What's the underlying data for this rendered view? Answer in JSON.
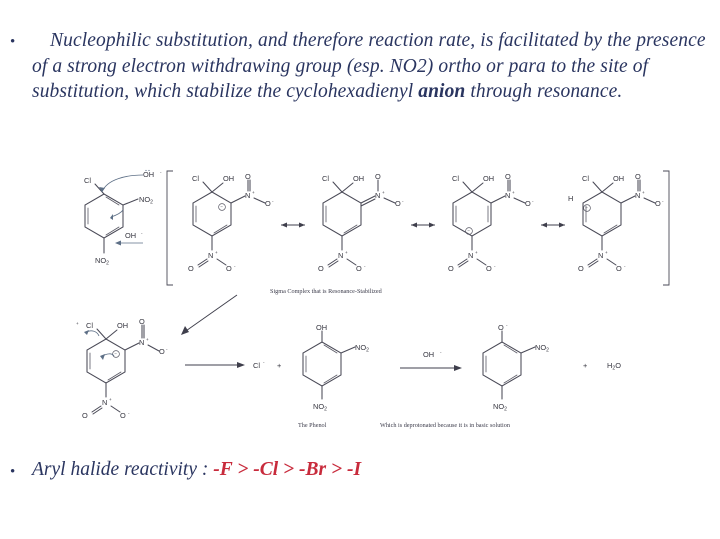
{
  "slide": {
    "background_color": "#ffffff",
    "text_color": "#2a3560",
    "accent_color": "#c82b3c",
    "structure_color": "#4a4a57"
  },
  "bullets": [
    {
      "marker": "•",
      "text_plain": "Nucleophilic substitution, and therefore reaction rate, is facilitated by the presence of a strong electron withdrawing group (esp. NO2) ortho or para to the site of substitution, which stabilize the cyclohexadienyl anion through resonance.",
      "segments": [
        {
          "text": "Nucleophilic substitution, and therefore reaction rate, is facilitated by the presence of a strong electron withdrawing group (esp. NO2) ortho or para to the site of substitution, which stabilize the cyclohexadienyl ",
          "bold": false
        },
        {
          "text": "anion",
          "bold": true
        },
        {
          "text": " through resonance.",
          "bold": false
        }
      ]
    },
    {
      "marker": "•",
      "label": "Aryl halide reactivity : ",
      "series": "-F > -Cl > -Br > -I",
      "series_color": "#c82b3c"
    }
  ],
  "scheme": {
    "captions": {
      "sigma_complex": "Sigma Complex that is Resonance-Stabilized",
      "the_phenol": "The Phenol",
      "deprotonated": "Which is deprotonated because it is in basic solution"
    },
    "reagents": {
      "hydroxide_top": "OH",
      "hydroxide_side": "OH",
      "hydroxide_step2": "OH",
      "chloride_leaving": "Cl",
      "plus_1": "+",
      "plus_2": "+",
      "water": "H",
      "water_sub": "2",
      "water_o": "O"
    },
    "labels": {
      "chlorine": "Cl",
      "hydroxyl": "OH",
      "nitro": "NO",
      "nitro_sub": "2",
      "nitrogen": "N",
      "oxygen": "O",
      "hydrogen": "H",
      "plus_charge": "+",
      "minus_charge": "-",
      "neg_circle": "⊖"
    },
    "structures": [
      {
        "name": "1-chloro-2,4-dinitrobenzene",
        "role": "starting-material"
      },
      {
        "name": "meisenheimer-resonance-1",
        "role": "resonance-structure"
      },
      {
        "name": "meisenheimer-resonance-2",
        "role": "resonance-structure"
      },
      {
        "name": "meisenheimer-resonance-3",
        "role": "resonance-structure"
      },
      {
        "name": "meisenheimer-resonance-4",
        "role": "resonance-structure"
      },
      {
        "name": "meisenheimer-resonance-5",
        "role": "resonance-structure"
      },
      {
        "name": "sigma-complex-collapse",
        "role": "intermediate"
      },
      {
        "name": "2,4-dinitrophenol",
        "role": "product"
      },
      {
        "name": "2,4-dinitrophenoxide",
        "role": "final-product"
      }
    ]
  }
}
